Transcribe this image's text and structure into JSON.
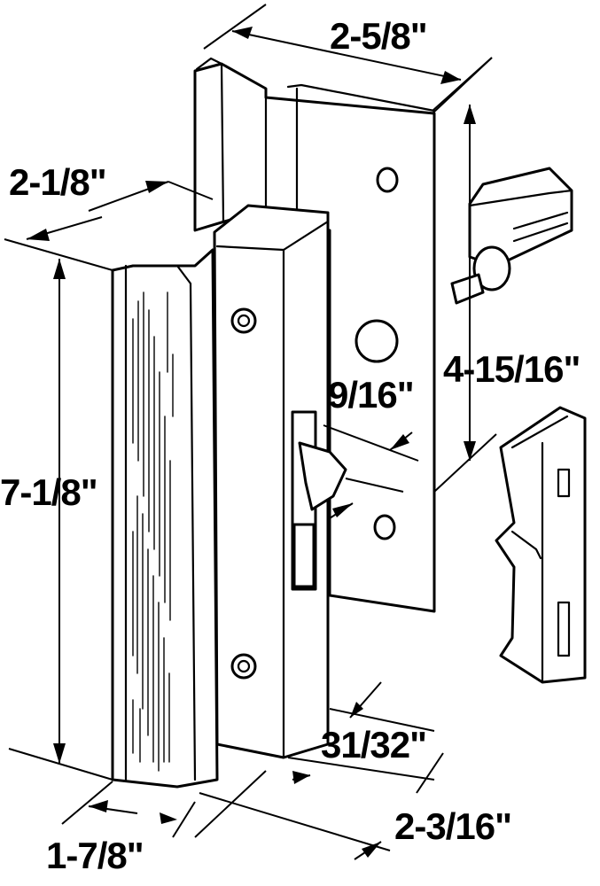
{
  "dimensions": {
    "plate_width": "2-5/8\"",
    "handle_depth": "2-1/8\"",
    "handle_height": "7-1/8\"",
    "hole_spacing": "4-15/16\"",
    "latch_offset": "9/16\"",
    "latch_projection": "31/32\"",
    "base_width": "2-3/16\"",
    "grip_width": "1-7/8\""
  },
  "colors": {
    "ink": "#000000",
    "paper": "#ffffff"
  }
}
